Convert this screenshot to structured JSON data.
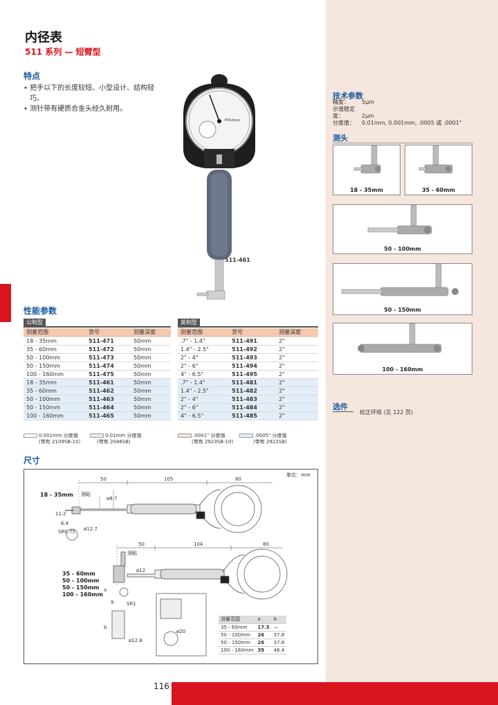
{
  "header": {
    "title": "内径表",
    "subtitle": "511 系列 — 短臂型"
  },
  "features": {
    "heading": "特点",
    "items": [
      "把手以下的长度较短、小型设计、结构轻巧。",
      "测针带有硬质合金头经久耐用。"
    ]
  },
  "product_photo": {
    "model": "511-461",
    "dial_brand": "Mitutoyo"
  },
  "tech_specs": {
    "heading": "技术参数",
    "rows": [
      {
        "label": "精度：",
        "value": "5μm"
      },
      {
        "label": "示值稳定度：",
        "value": "2μm"
      },
      {
        "label": "分度值：",
        "value": "0.01mm, 0.001mm, .0005 或 .0001\""
      }
    ]
  },
  "probes": {
    "heading": "测头",
    "items": [
      "18 - 35mm",
      "35 - 60mm",
      "50 - 100mm",
      "50 - 150mm",
      "100 - 160mm"
    ]
  },
  "options": {
    "heading": "选件",
    "text": "校正环规 (见 122 页)"
  },
  "performance": {
    "heading": "性能参数",
    "metric": {
      "tag": "公制型",
      "headers": [
        "测量范围",
        "货号",
        "测量深度"
      ],
      "rows": [
        [
          "18 - 35mm",
          "511-471",
          "50mm"
        ],
        [
          "35 - 60mm",
          "511-472",
          "50mm"
        ],
        [
          "50 - 100mm",
          "511-473",
          "50mm"
        ],
        [
          "50 - 150mm",
          "511-474",
          "50mm"
        ],
        [
          "100 - 160mm",
          "511-475",
          "50mm"
        ],
        [
          "18 - 35mm",
          "511-461",
          "50mm"
        ],
        [
          "35 - 60mm",
          "511-462",
          "50mm"
        ],
        [
          "50 - 100mm",
          "511-463",
          "50mm"
        ],
        [
          "50 - 150mm",
          "511-464",
          "50mm"
        ],
        [
          "100 - 160mm",
          "511-465",
          "50mm"
        ]
      ],
      "legend": [
        {
          "label": "0.001mm 分度值",
          "note": "(带有 2109SB-10)"
        },
        {
          "label": "0.01mm 分度值",
          "note": "(带有 2046SB)"
        }
      ]
    },
    "imperial": {
      "tag": "英制型",
      "headers": [
        "测量范围",
        "货号",
        "测量深度"
      ],
      "rows": [
        [
          ".7\" - 1.4\"",
          "511-491",
          "2\""
        ],
        [
          "1.4\" - 2.5\"",
          "511-492",
          "2\""
        ],
        [
          "2\" - 4\"",
          "511-493",
          "2\""
        ],
        [
          "2\" - 6\"",
          "511-494",
          "2\""
        ],
        [
          "4\" - 6.5\"",
          "511-495",
          "2\""
        ],
        [
          ".7\" - 1.4\"",
          "511-481",
          "2\""
        ],
        [
          "1.4\" - 2.5\"",
          "511-482",
          "2\""
        ],
        [
          "2\" - 4\"",
          "511-483",
          "2\""
        ],
        [
          "2\" - 6\"",
          "511-484",
          "2\""
        ],
        [
          "4\" - 6.5\"",
          "511-485",
          "2\""
        ]
      ],
      "legend": [
        {
          "label": ".0001\" 分度值",
          "note": "(带有 2923SB-10)"
        },
        {
          "label": ".0005\" 分度值",
          "note": "(带有 2922SB)"
        }
      ]
    }
  },
  "dimensions": {
    "heading": "尺寸",
    "unit": "单位：mm",
    "top": {
      "range": "18 - 35mm",
      "d50": "50",
      "d105": "105",
      "d80": "80",
      "probe": "测砧",
      "phi87": "ø8.7",
      "h112": "11.2",
      "h64": "6.4",
      "sr075": "SR0.75",
      "phi127": "ø12.7"
    },
    "bottom": {
      "ranges": [
        "35 - 60mm",
        "50 - 100mm",
        "50 - 150mm",
        "100 - 160mm"
      ],
      "d50": "50",
      "d104": "104",
      "d80": "80",
      "probe": "测砧",
      "phi12": "ø12",
      "a": "a",
      "b": "b",
      "d9": "9",
      "sr1": "SR1",
      "phi128": "ø12.8",
      "phi20": "ø20"
    },
    "ab_table": {
      "headers": [
        "测量范围",
        "a",
        "b"
      ],
      "rows": [
        [
          "35 - 60mm",
          "17.5",
          "—"
        ],
        [
          "50 - 100mm",
          "26",
          "37.8"
        ],
        [
          "50 - 150mm",
          "26",
          "37.8"
        ],
        [
          "100 - 160mm",
          "39",
          "46.4"
        ]
      ]
    }
  },
  "footer": {
    "page": "116"
  },
  "colors": {
    "accent": "#d8141e",
    "heading": "#1a5aa0",
    "panel": "#f5e6de",
    "table_header": "#f2c8ae",
    "row_blue": "#e3eef8"
  }
}
